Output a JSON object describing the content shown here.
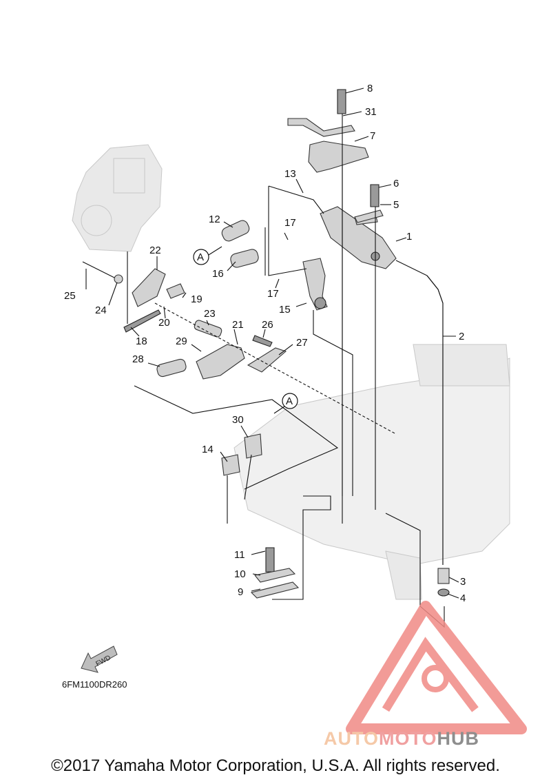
{
  "diagram": {
    "code": "6FM1100DR260",
    "fwd_label": "FWD",
    "ref_marker": "A",
    "callouts": [
      "1",
      "2",
      "3",
      "4",
      "5",
      "6",
      "7",
      "8",
      "9",
      "10",
      "11",
      "12",
      "13",
      "14",
      "15",
      "16",
      "17",
      "17",
      "18",
      "19",
      "20",
      "21",
      "22",
      "23",
      "24",
      "25",
      "26",
      "27",
      "28",
      "29",
      "30",
      "31"
    ]
  },
  "watermark": {
    "part1": "AUTO",
    "part2": "MOTO",
    "part3": "HUB"
  },
  "footer": {
    "copyright": "©2017 Yamaha Motor Corporation, U.S.A. All rights reserved."
  },
  "colors": {
    "watermark_red": "#f08a85",
    "watermark_orange": "#f5c9a8",
    "watermark_gray": "#8e8e8e"
  }
}
